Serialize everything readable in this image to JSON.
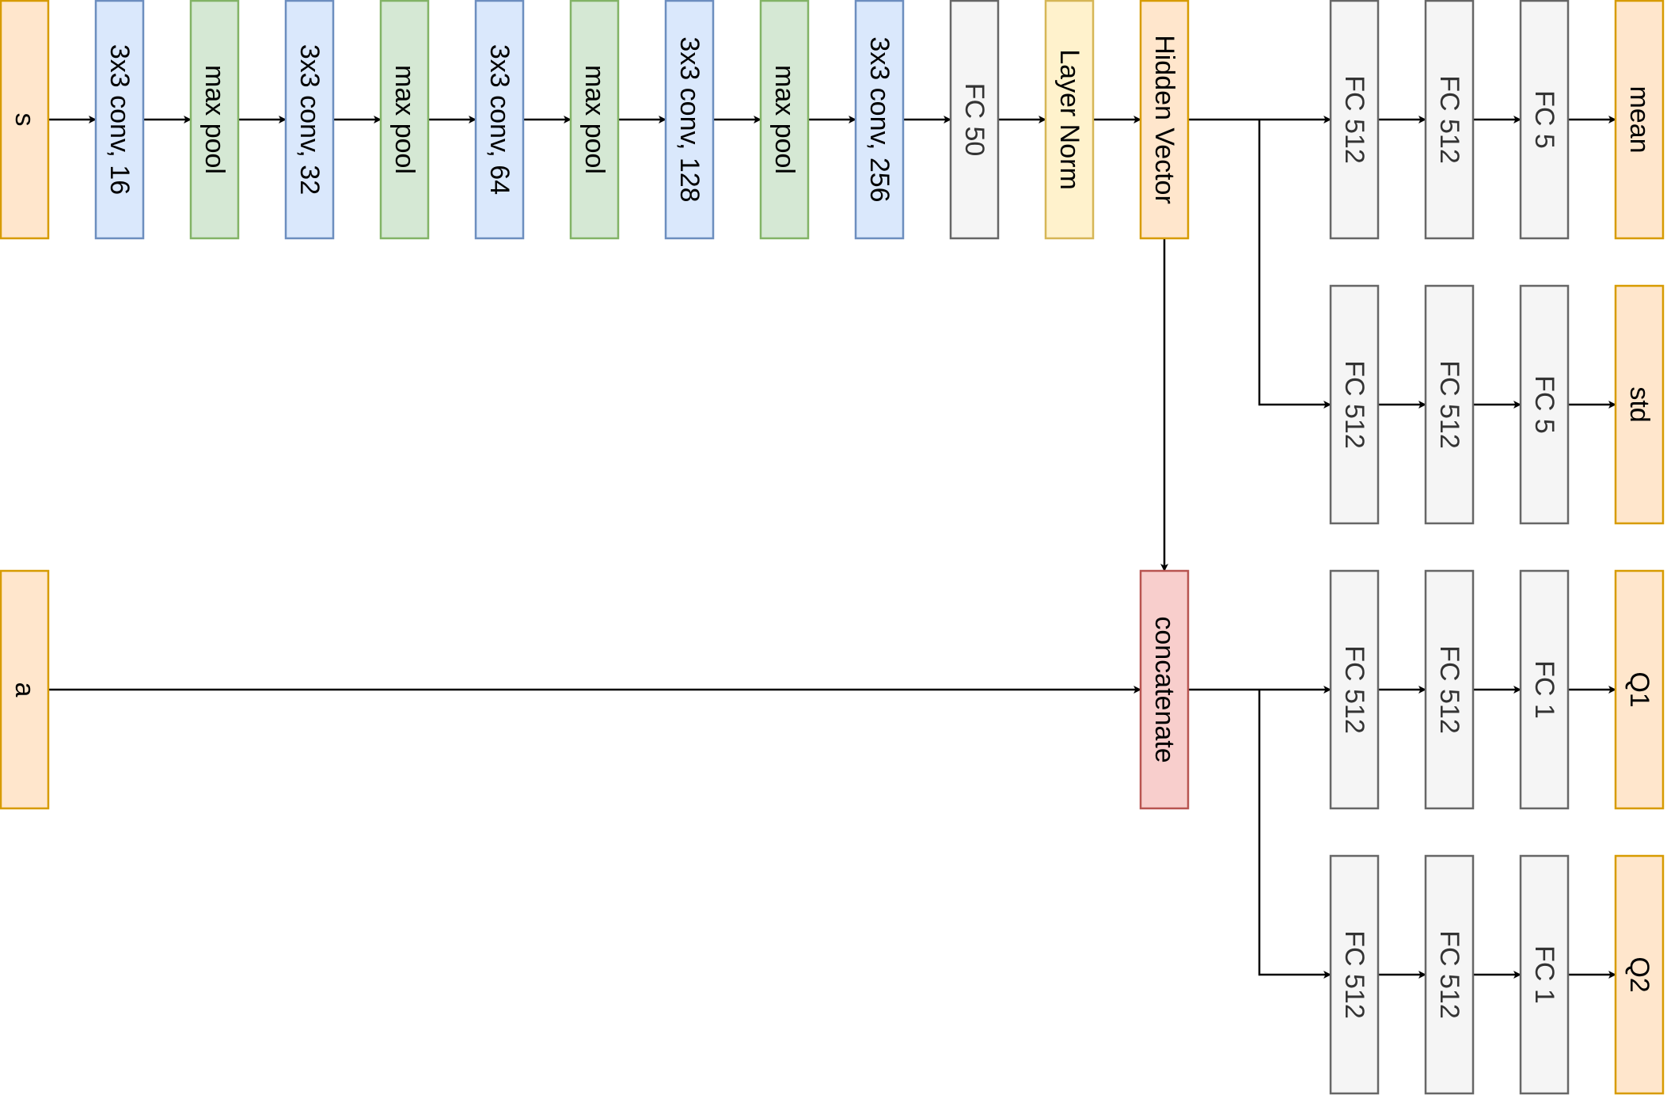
{
  "colors": {
    "io": {
      "fill": "#ffe6cc",
      "stroke": "#d79b00"
    },
    "conv": {
      "fill": "#dae8fc",
      "stroke": "#6c8ebf"
    },
    "pool": {
      "fill": "#d5e8d4",
      "stroke": "#82b366"
    },
    "fc": {
      "fill": "#f5f5f5",
      "stroke": "#666666",
      "text": "#333333"
    },
    "norm": {
      "fill": "#fff2cc",
      "stroke": "#d6b656"
    },
    "concat": {
      "fill": "#f8cecc",
      "stroke": "#b85450"
    },
    "edge": "#000000"
  },
  "nodes": {
    "s": "s",
    "conv16": "3x3 conv, 16",
    "pool1": "max pool",
    "conv32": "3x3 conv, 32",
    "pool2": "max pool",
    "conv64": "3x3 conv, 64",
    "pool3": "max pool",
    "conv128": "3x3 conv, 128",
    "pool4": "max pool",
    "conv256": "3x3 conv, 256",
    "fc50": "FC 50",
    "layernorm": "Layer Norm",
    "hidden": "Hidden Vector",
    "mean_fc1": "FC 512",
    "mean_fc2": "FC 512",
    "mean_fc3": "FC 5",
    "mean": "mean",
    "std_fc1": "FC 512",
    "std_fc2": "FC 512",
    "std_fc3": "FC 5",
    "std": "std",
    "a": "a",
    "concat": "concatenate",
    "q1_fc1": "FC 512",
    "q1_fc2": "FC 512",
    "q1_fc3": "FC 1",
    "q1": "Q1",
    "q2_fc1": "FC 512",
    "q2_fc2": "FC 512",
    "q2_fc3": "FC 1",
    "q2": "Q2"
  }
}
